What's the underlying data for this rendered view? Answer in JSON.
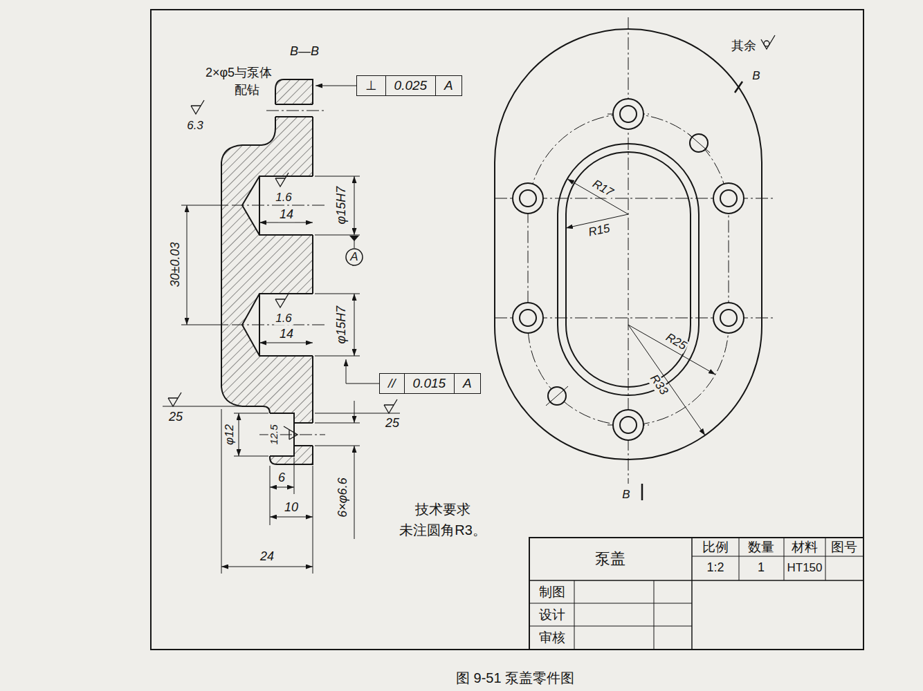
{
  "diagram": {
    "caption": "图 9-51   泵盖零件图",
    "nodes": [
      {
        "text": [
          "⊥",
          "0.025",
          "A"
        ]
      },
      {
        "text": [
          "A"
        ]
      },
      {
        "text": [
          "//",
          "0.015",
          "A"
        ]
      }
    ],
    "labels": [
      "B—B",
      "2×φ5与泵体",
      "配钻",
      "6.3",
      "1.6",
      "14",
      "φ15H7",
      "30±0.03",
      "1.6",
      "14",
      "φ15H7",
      "25",
      "φ12",
      "12.5",
      "25",
      "6",
      "10",
      "6×φ6.6",
      "24",
      "技术要求",
      "未注圆角R3。",
      "其余",
      "B",
      "R17",
      "R15",
      "R25",
      "R33",
      "B",
      "泵盖",
      "比例",
      "数量",
      "材料",
      "图号",
      "1:2",
      "1",
      "HT150",
      "制图",
      "设计",
      "审核"
    ]
  }
}
